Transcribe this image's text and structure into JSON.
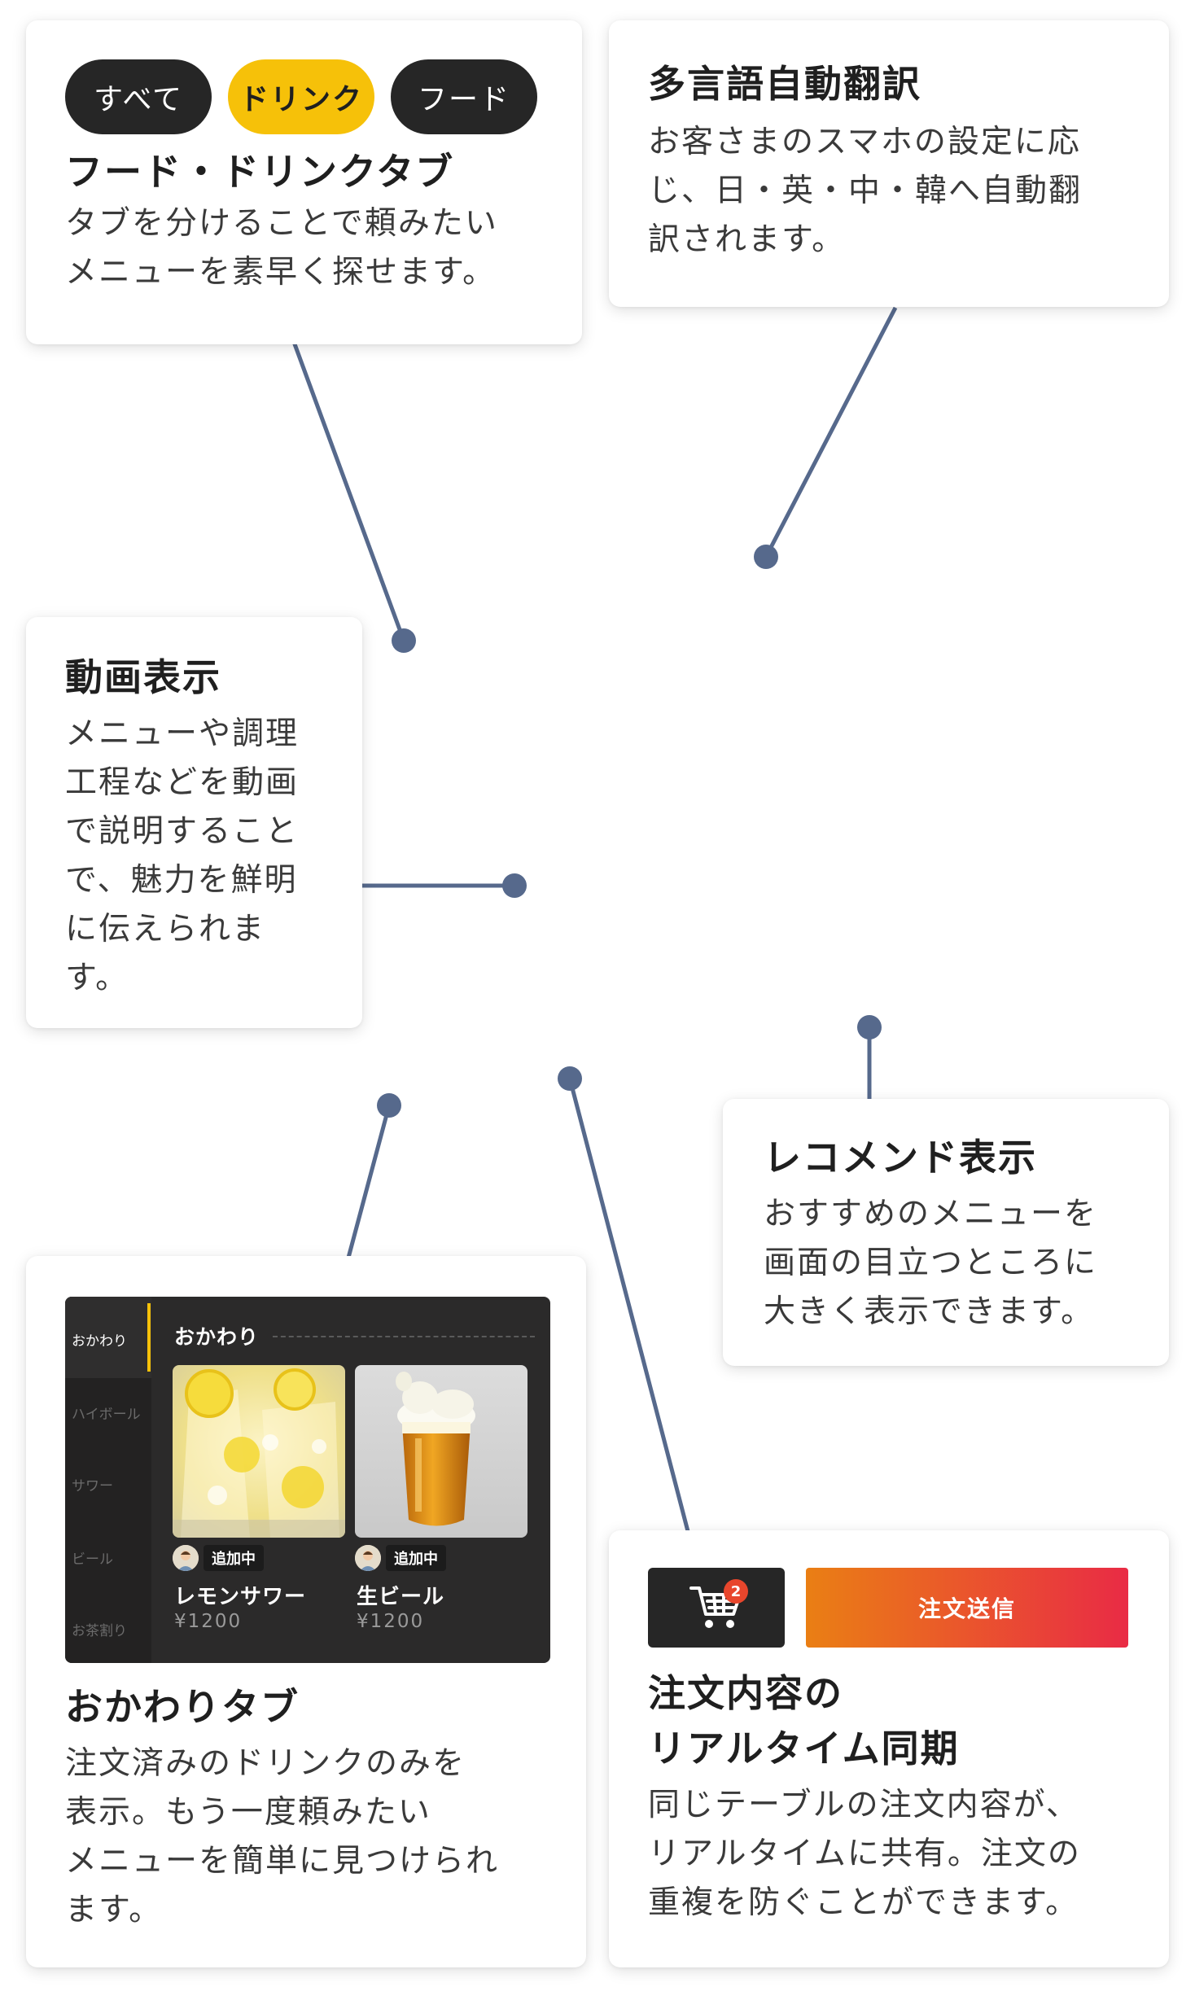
{
  "colors": {
    "accent_yellow": "#f6c109",
    "connector": "#56698c",
    "dark_ui": "#262626",
    "send_gradient_start": "#ea7f14",
    "send_gradient_end": "#e92b45"
  },
  "tab_card": {
    "tabs": [
      {
        "label": "すべて",
        "active": false
      },
      {
        "label": "ドリンク",
        "active": true
      },
      {
        "label": "フード",
        "active": false
      }
    ],
    "title": "フード・ドリンクタブ",
    "description": "タブを分けることで頼みたい\nメニューを素早く探せます。"
  },
  "translate_card": {
    "title": "多言語自動翻訳",
    "description": "お客さまのスマホの設定に応\nじ、日・英・中・韓へ自動翻\n訳されます。"
  },
  "video_card": {
    "title": "動画表示",
    "description": "メニューや調理\n工程などを動画\nで説明すること\nで、魅力を鮮明\nに伝えられま\nす。"
  },
  "recommend_card": {
    "title": "レコメンド表示",
    "description": "おすすめのメニューを\n画面の目立つところに\n大きく表示できます。"
  },
  "okawari_card": {
    "mock": {
      "sidebar": [
        "おかわり",
        "ハイボール",
        "サワー",
        "ビール",
        "お茶割り"
      ],
      "section_title": "おかわり",
      "products": [
        {
          "name": "レモンサワー",
          "price": "¥1200",
          "status": "追加中",
          "icon": "lemon-sour-photo"
        },
        {
          "name": "生ビール",
          "price": "¥1200",
          "status": "追加中",
          "icon": "beer-photo"
        }
      ]
    },
    "title": "おかわりタブ",
    "description": "注文済みのドリンクのみを\n表示。もう一度頼みたい\nメニューを簡単に見つけられ\nます。"
  },
  "sync_card": {
    "cart_icon": "cart-icon",
    "cart_count": "2",
    "send_label": "注文送信",
    "title": "注文内容の\nリアルタイム同期",
    "description": "同じテーブルの注文内容が、\nリアルタイムに共有。注文の\n重複を防ぐことができます。"
  }
}
